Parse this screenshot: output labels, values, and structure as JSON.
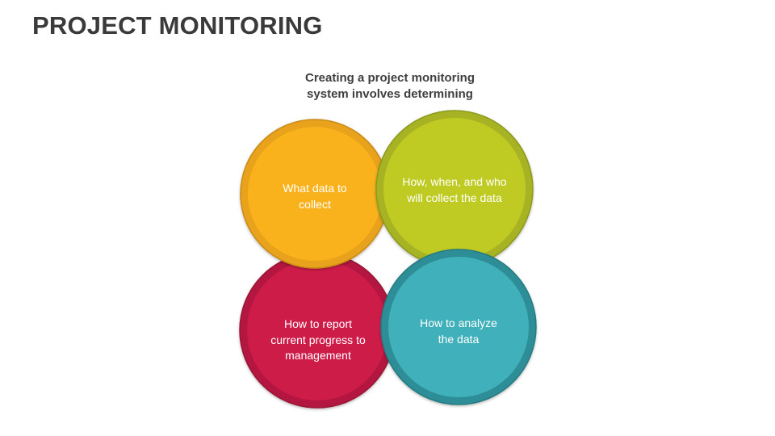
{
  "slide": {
    "title": "PROJECT MONITORING",
    "subtitle_lines": [
      "Creating a project monitoring",
      "system involves determining"
    ]
  },
  "circles": [
    {
      "id": "what-data",
      "lines": [
        "What data to",
        "collect"
      ],
      "fill": "#F9B21A",
      "ring": "#E8A21A",
      "edge": "#C98A14"
    },
    {
      "id": "how-when-who",
      "lines": [
        "How, when, and who",
        "will collect the data"
      ],
      "fill": "#BFCB23",
      "ring": "#A7B322",
      "edge": "#8C9A1C"
    },
    {
      "id": "how-analyze",
      "lines": [
        "How to analyze",
        "the data"
      ],
      "fill": "#3FB0BA",
      "ring": "#2E8E98",
      "edge": "#257A82"
    },
    {
      "id": "how-report",
      "lines": [
        "How to report",
        "current progress to",
        "management"
      ],
      "fill": "#CE1A4A",
      "ring": "#B3163F",
      "edge": "#9A1236"
    }
  ]
}
